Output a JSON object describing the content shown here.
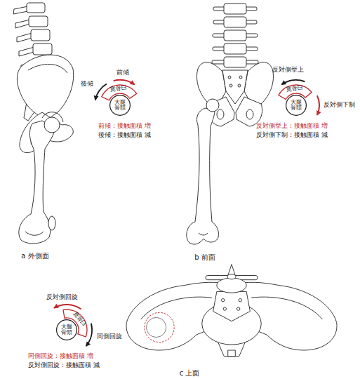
{
  "diagram": {
    "nodes": [
      {
        "text": [
          "寛骨臼"
        ]
      },
      {
        "text": [
          "大腿 骨頭"
        ]
      },
      {
        "text": [
          "寛骨臼"
        ]
      },
      {
        "text": [
          "大腿 骨頭"
        ]
      },
      {
        "text": [
          "寛骨臼"
        ]
      },
      {
        "text": [
          "大腿 骨頭"
        ]
      }
    ],
    "labels": [
      "前傾",
      "後傾",
      "前傾：接触面積 増",
      "後傾：接触面積 減",
      "a 外側面",
      "反対側挙上",
      "反対側下制",
      "反対側挙上：接触面積 増",
      "反対側下制：接触面積 減",
      "b 前面",
      "反対側回旋",
      "同側回旋",
      "同側回旋：接触面積 増",
      "反対側回旋：接触面積 減",
      "c 上面"
    ]
  }
}
